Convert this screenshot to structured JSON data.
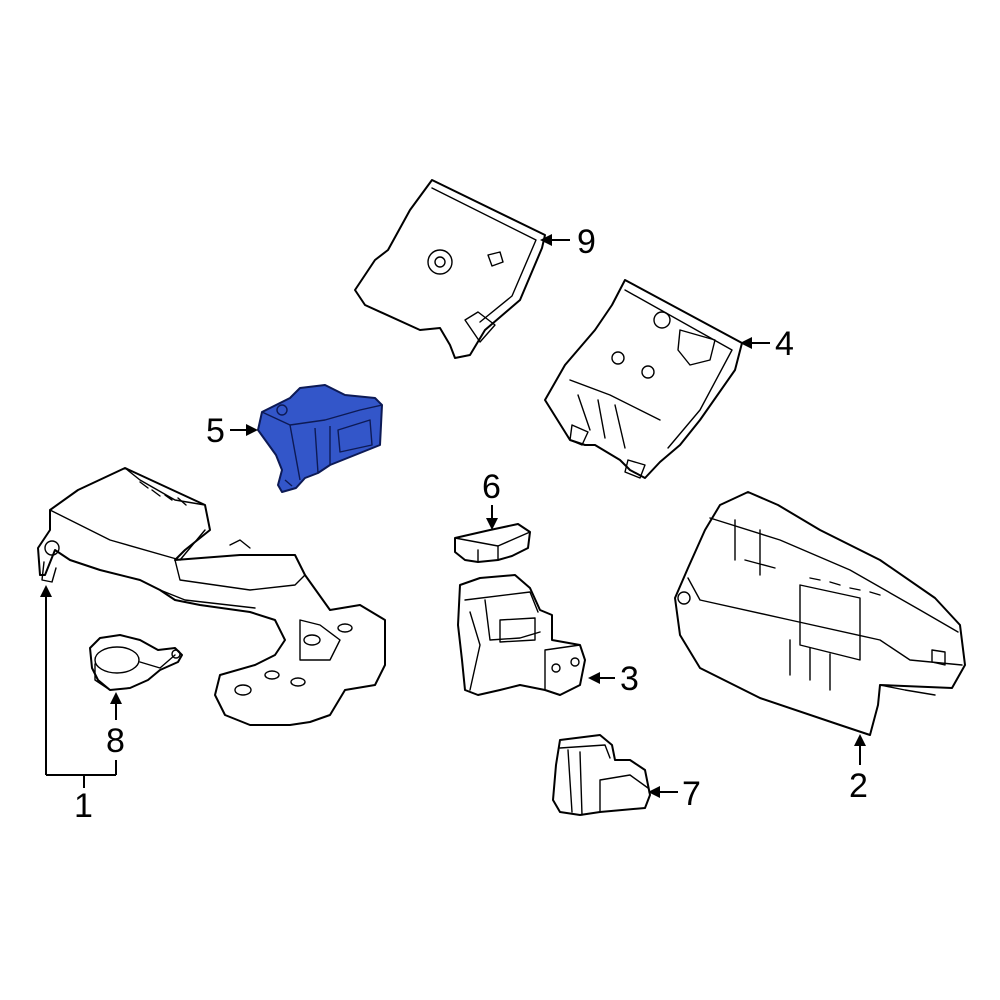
{
  "highlight_color": "#3356c9",
  "callouts": {
    "c1": "1",
    "c2": "2",
    "c3": "3",
    "c4": "4",
    "c5": "5",
    "c6": "6",
    "c7": "7",
    "c8": "8",
    "c9": "9"
  },
  "highlighted_part": "5"
}
